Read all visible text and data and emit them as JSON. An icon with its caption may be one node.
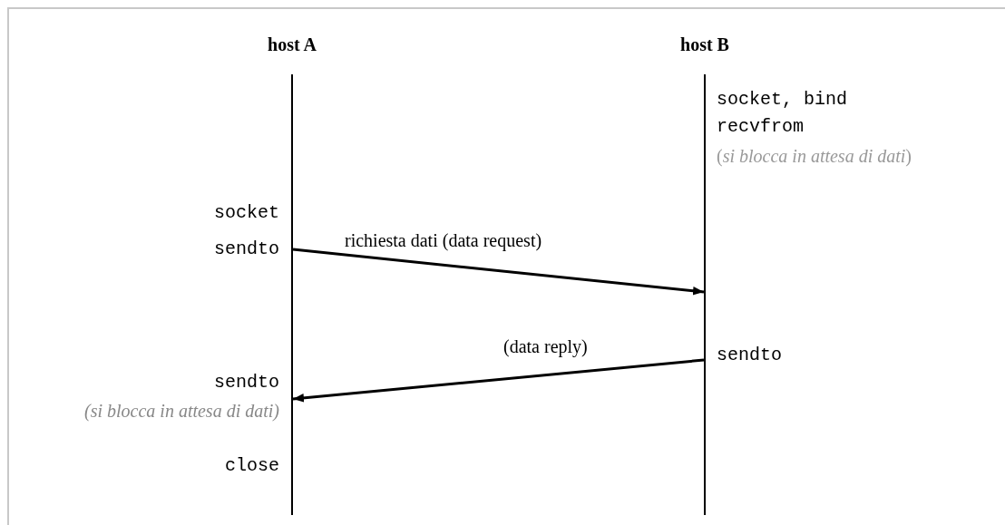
{
  "diagram": {
    "nodes": [
      {
        "text": [
          "host A"
        ]
      },
      {
        "text": [
          "host B"
        ]
      }
    ],
    "edges": [
      {
        "from": 0,
        "to": 1,
        "arrow": "to",
        "label": "richiesta dati (data request)"
      },
      {
        "from": 1,
        "to": 0,
        "arrow": "to",
        "label": "(data reply)"
      }
    ],
    "labels": [
      "socket, bind",
      "recvfrom",
      "(*si blocca in attesa di dati*)",
      "socket",
      "sendto",
      "sendto",
      "sendto",
      "(si blocca in attesa di dati)",
      "close"
    ]
  }
}
